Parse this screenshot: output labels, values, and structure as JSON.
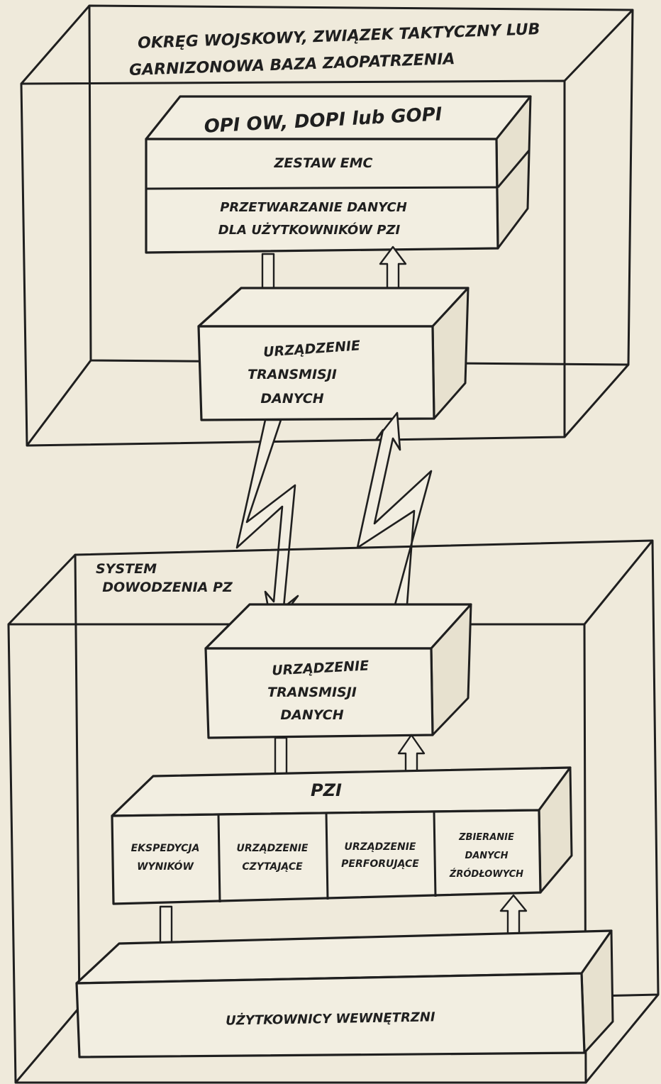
{
  "top_region": {
    "label_line1": "OKRĘG WOJSKOWY, ZWIĄZEK TAKTYCZNY LUB",
    "label_line2": "GARNIZONOWA BAZA ZAOPATRZENIA"
  },
  "opi_box": {
    "title": "OPI OW, DOPI lub GOPI",
    "row1": "ZESTAW EMC",
    "row2_line1": "PRZETWARZANIE DANYCH",
    "row2_line2": "DLA UŻYTKOWNIKÓW PZI"
  },
  "top_transmission_box": {
    "line1": "URZĄDZENIE",
    "line2": "TRANSMISJI",
    "line3": "DANYCH"
  },
  "bottom_region": {
    "label_line1": "SYSTEM",
    "label_line2": "DOWODZENIA PZ"
  },
  "bottom_transmission_box": {
    "line1": "URZĄDZENIE",
    "line2": "TRANSMISJI",
    "line3": "DANYCH"
  },
  "pzi_box": {
    "title": "PZI",
    "cells": [
      {
        "line1": "EKSPEDYCJA",
        "line2": "WYNIKÓW",
        "line3": ""
      },
      {
        "line1": "URZĄDZENIE",
        "line2": "CZYTAJĄCE",
        "line3": ""
      },
      {
        "line1": "URZĄDZENIE",
        "line2": "PERFORUJĄCE",
        "line3": ""
      },
      {
        "line1": "ZBIERANIE",
        "line2": "DANYCH",
        "line3": "ŹRÓDŁOWYCH"
      }
    ]
  },
  "users_box": {
    "label": "UŻYTKOWNICY WEWNĘTRZNI"
  }
}
